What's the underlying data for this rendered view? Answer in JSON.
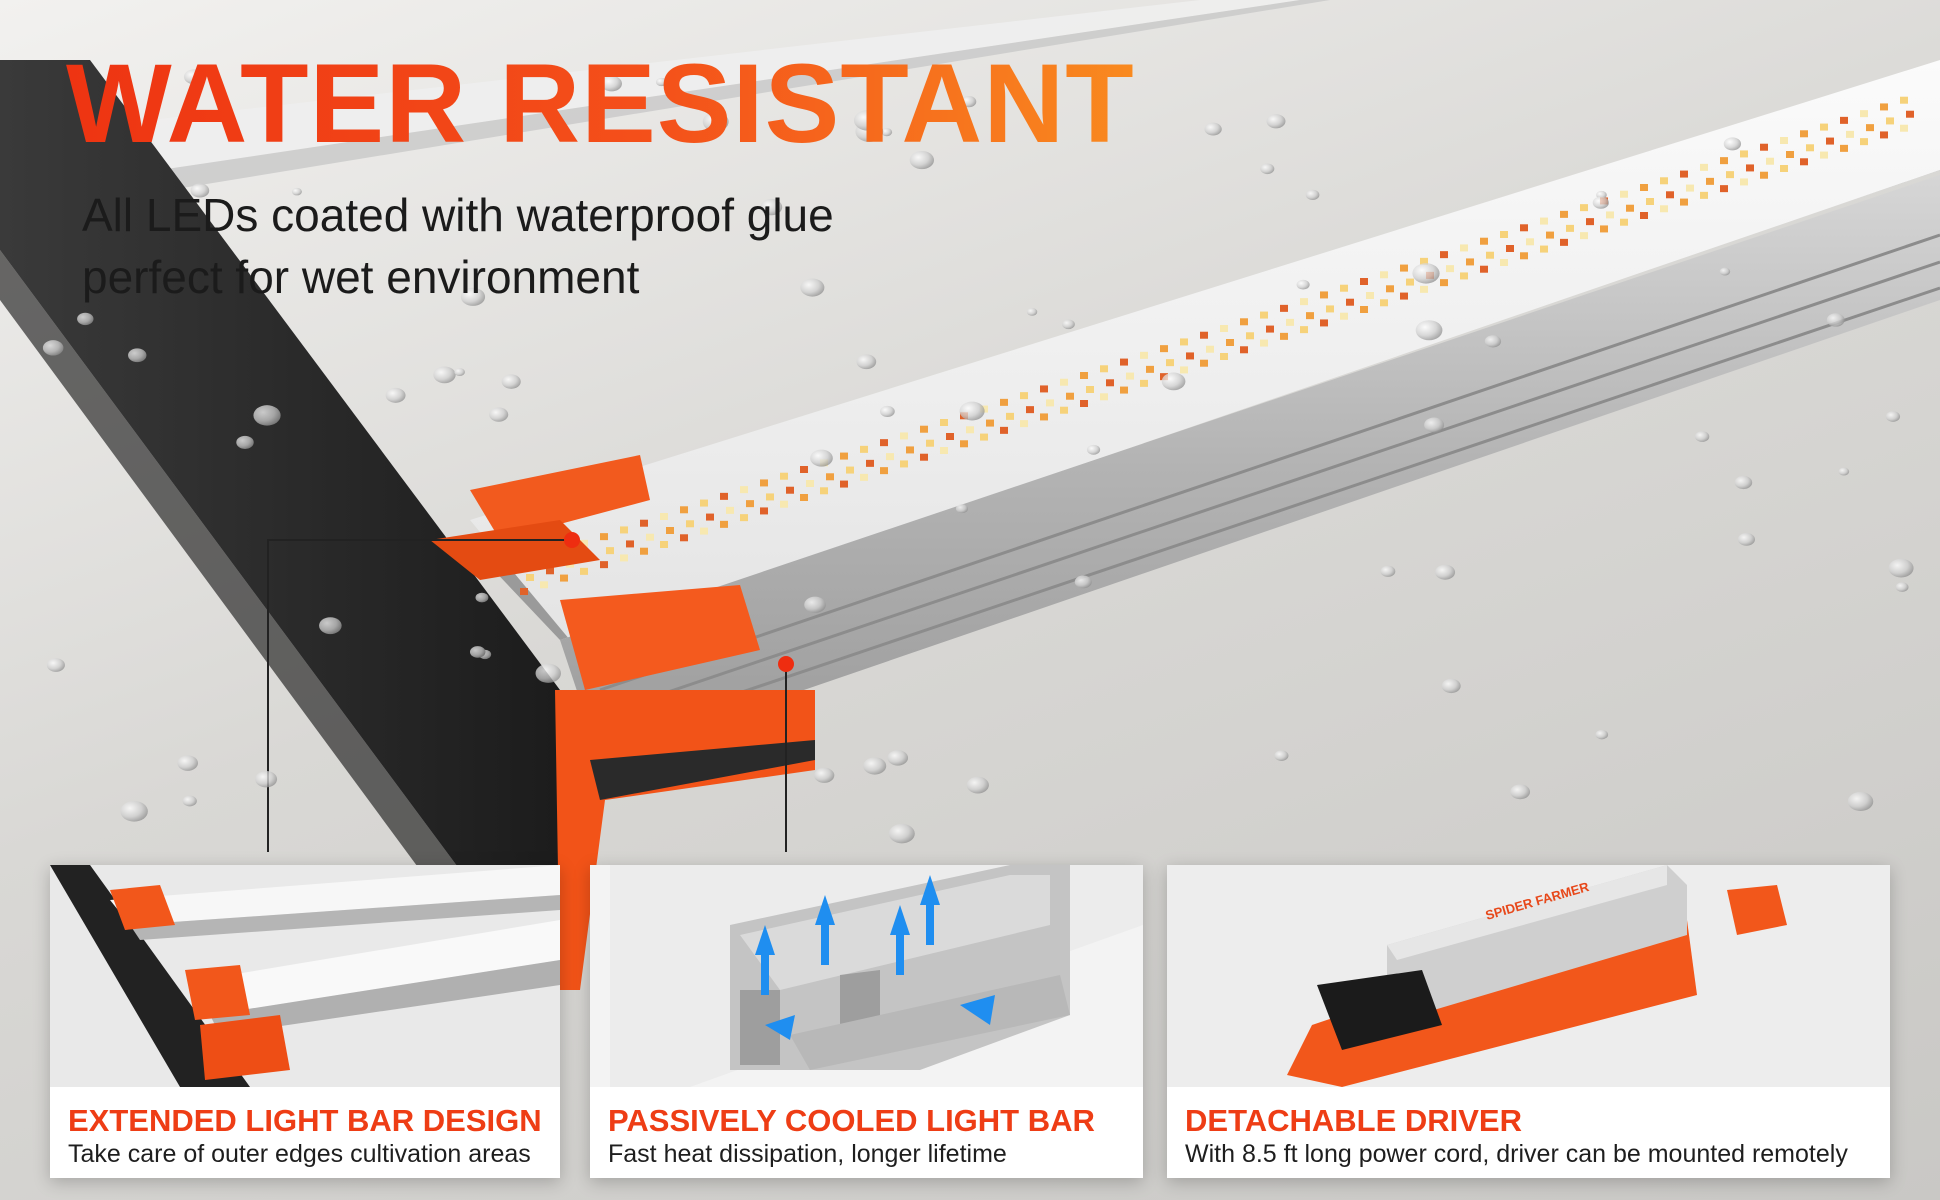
{
  "colors": {
    "accent_orange": "#f4511c",
    "headline_gradient_start": "#ee3412",
    "headline_gradient_end": "#f98a1f",
    "card_title": "#ee3d15",
    "body_text": "#1b1b1b",
    "heat_arrow_blue": "#1f8ef0"
  },
  "hero": {
    "headline": "WATER RESISTANT",
    "sub_line_1": "All LEDs coated with waterproof glue",
    "sub_line_2": "perfect for wet environment"
  },
  "features": [
    {
      "title": "EXTENDED LIGHT BAR DESIGN",
      "description": "Take care of outer edges cultivation areas",
      "icon": "light-bar-corner-photo"
    },
    {
      "title": "PASSIVELY COOLED LIGHT BAR",
      "description": "Fast heat dissipation, longer lifetime",
      "icon": "heat-sink-airflow-photo"
    },
    {
      "title": "DETACHABLE DRIVER",
      "description": "With 8.5 ft long power cord, driver can be mounted remotely",
      "icon": "driver-box-photo",
      "brand_text": "SPIDER FARMER"
    }
  ]
}
